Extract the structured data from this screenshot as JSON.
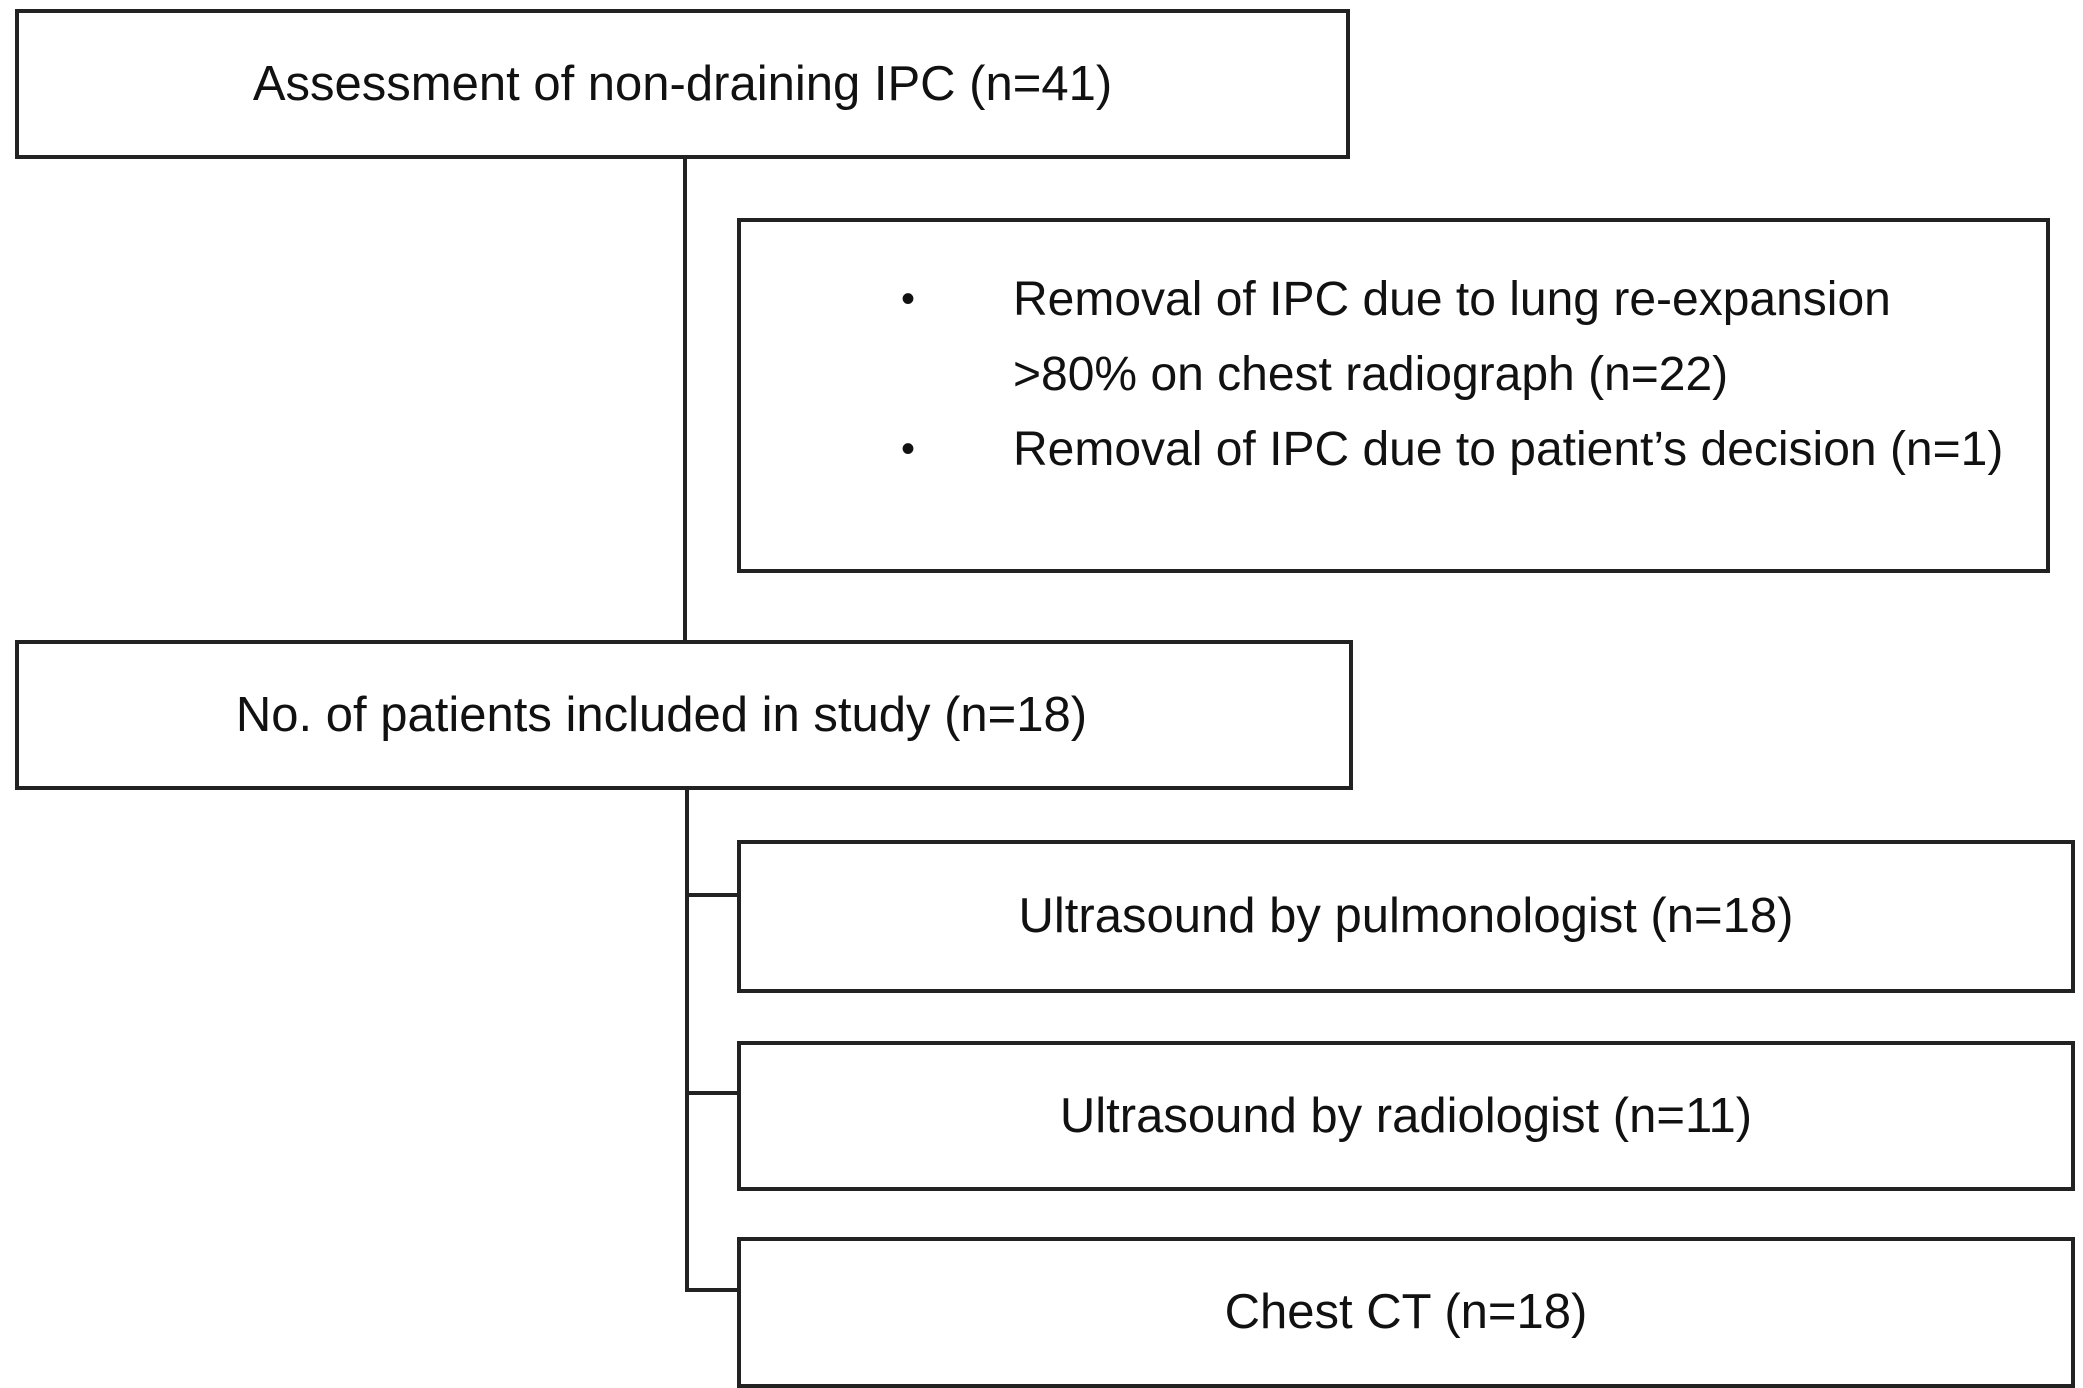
{
  "flowchart": {
    "assessment": "Assessment of non-draining IPC (n=41)",
    "exclusions": [
      {
        "bullet": "•",
        "text": "Removal of IPC due to lung re-expansion >80% on chest radiograph (n=22)"
      },
      {
        "bullet": "•",
        "text": "Removal of IPC due to patient’s decision (n=1)"
      }
    ],
    "included": "No. of patients included in study (n=18)",
    "outcomes": [
      {
        "label": "Ultrasound by pulmonologist (n=18)"
      },
      {
        "label": "Ultrasound by radiologist (n=11)"
      },
      {
        "label": "Chest CT (n=18)"
      }
    ]
  },
  "colors": {
    "line": "#222222",
    "text": "#111111",
    "background": "#ffffff"
  }
}
